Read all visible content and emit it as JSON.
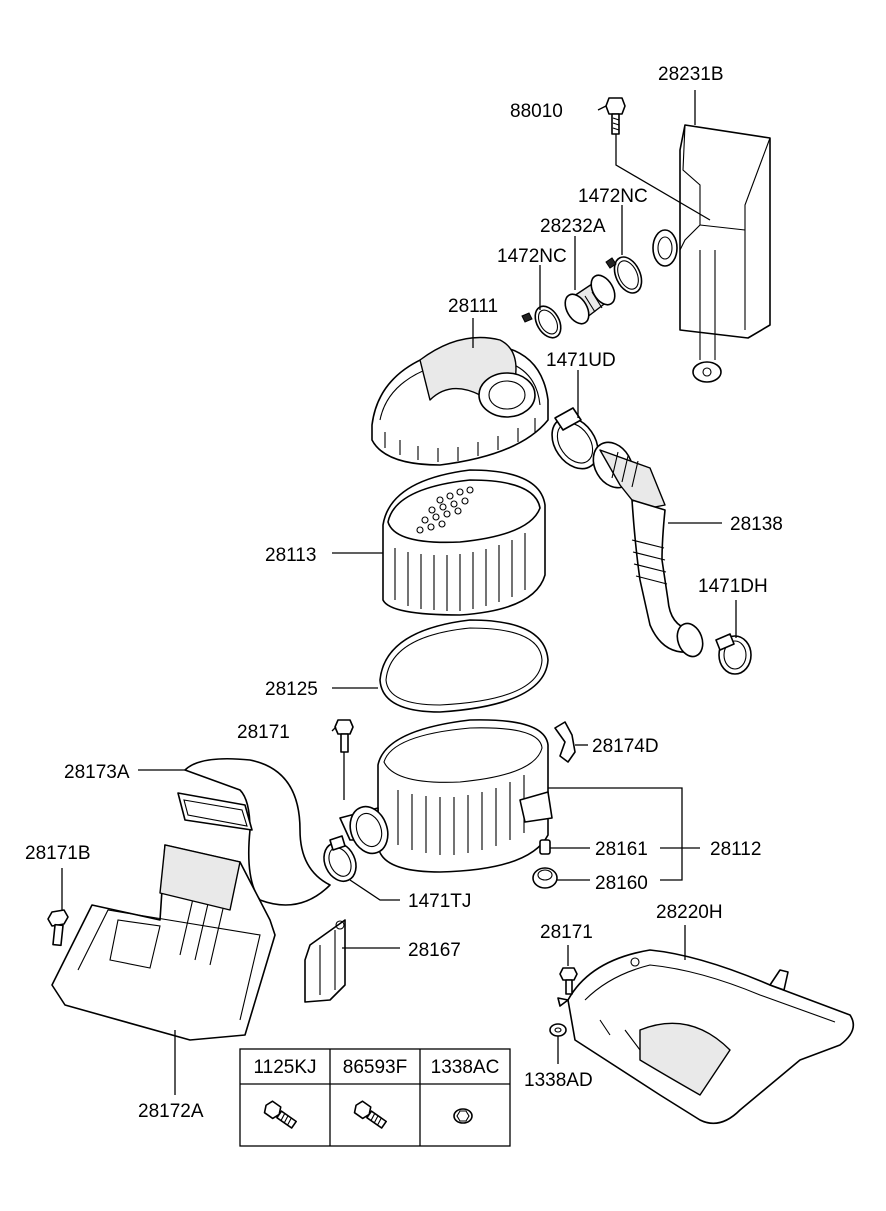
{
  "labels": {
    "p28231B": "28231B",
    "p88010": "88010",
    "p1472NC_top": "1472NC",
    "p28232A": "28232A",
    "p1472NC_left": "1472NC",
    "p28111": "28111",
    "p1471UD": "1471UD",
    "p28138": "28138",
    "p28113": "28113",
    "p1471DH": "1471DH",
    "p28125": "28125",
    "p28171_left": "28171",
    "p28174D": "28174D",
    "p28173A": "28173A",
    "p28161": "28161",
    "p28112": "28112",
    "p28171B": "28171B",
    "p28160": "28160",
    "p1471TJ": "1471TJ",
    "p28220H": "28220H",
    "p28167": "28167",
    "p28171_right": "28171",
    "p1338AD": "1338AD",
    "p28172A": "28172A"
  },
  "legend_table": {
    "headers": [
      "1125KJ",
      "86593F",
      "1338AC"
    ],
    "icons": [
      "bolt-flanged-icon",
      "bolt-washer-icon",
      "nut-icon"
    ]
  }
}
